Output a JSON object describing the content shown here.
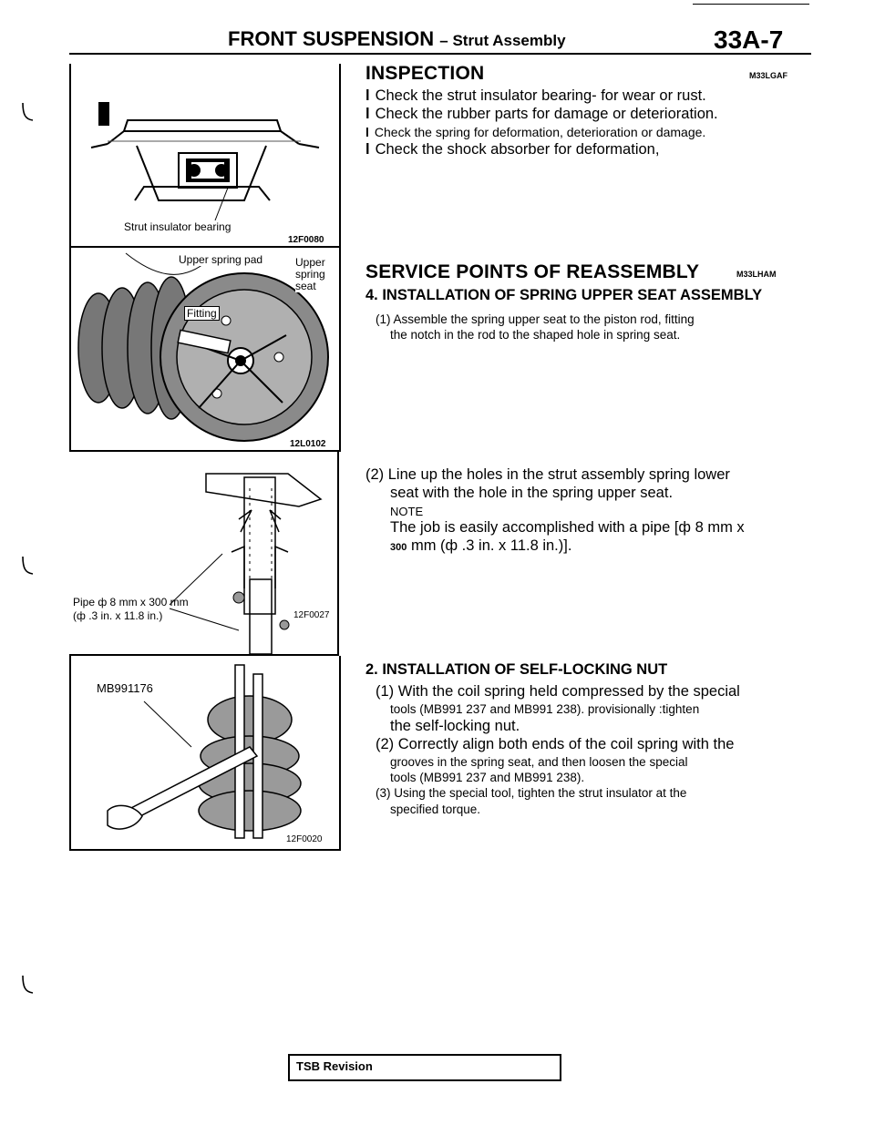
{
  "header": {
    "title": "FRONT SUSPENSION",
    "separator": "–",
    "subtitle": "Strut Assembly",
    "page_code": "33A-7"
  },
  "figures": {
    "fig1": {
      "label": "Strut insulator bearing",
      "code": "12F0080"
    },
    "fig2": {
      "label_pad": "Upper spring pad",
      "label_upper": "Upper",
      "label_spring": "spring",
      "label_seat": "seat",
      "label_fitting": "Fitting",
      "code": "12L0102"
    },
    "fig3": {
      "label_line1": "Pipe ф 8 mm x 300 mm",
      "label_line2": "(ф .3 in. x 11.8 in.)",
      "code": "12F0027"
    },
    "fig4": {
      "label": "MB991176",
      "code": "12F0020"
    }
  },
  "inspection": {
    "heading": "INSPECTION",
    "code": "M33LGAF",
    "bullet_char": "l",
    "items": [
      "Check the strut insulator bearing- for wear or rust.",
      "Check the rubber parts for damage or deterioration.",
      "Check the spring for deformation, deterioration or damage.",
      "Check the shock absorber for deformation,"
    ]
  },
  "service": {
    "heading": "SERVICE POINTS OF REASSEMBLY",
    "code": "M33LHAM",
    "step1": {
      "title": "4. INSTALLATION OF SPRING UPPER SEAT ASSEMBLY",
      "p1_line1": "(1) Assemble the spring upper seat to the piston rod, fitting",
      "p1_line2": "the notch in the rod to the shaped hole in spring seat.",
      "p2_line1": "(2) Line up the holes in the strut assembly spring lower",
      "p2_line2": "seat with the hole in the spring upper seat.",
      "note_label": "NOTE",
      "note_line1": "The job is easily accomplished with a pipe [ф 8 mm x",
      "note_line2a": "300",
      "note_line2b": "mm (ф .3 in. x 11.8 in.)]."
    },
    "step2": {
      "title": "2. INSTALLATION OF SELF-LOCKING NUT",
      "p1_line1": "(1) With the coil spring held compressed by the special",
      "p1_line2": "tools (MB991 237 and MB991 238). provisionally :tighten",
      "p1_line3": "the self-locking nut.",
      "p2_line1": "(2) Correctly align both ends of the coil spring with the",
      "p2_line2": "grooves in the spring seat, and then loosen the special",
      "p2_line3": "tools (MB991 237 and MB991 238).",
      "p3_line1": "(3) Using the special tool, tighten the strut insulator at the",
      "p3_line2": "specified torque."
    }
  },
  "footer": {
    "tsb_label": "TSB Revision"
  }
}
